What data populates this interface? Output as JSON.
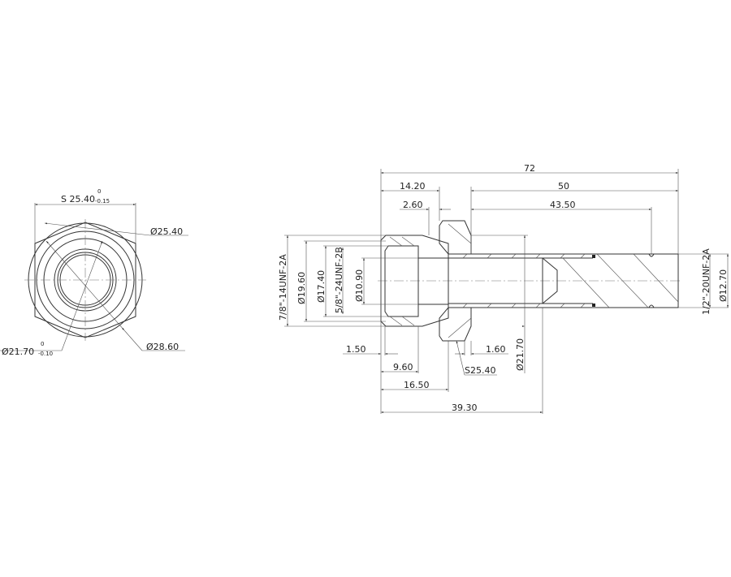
{
  "front_view": {
    "hex_width": {
      "label": "S 25.40",
      "upper_tol": "0",
      "lower_tol": "-0.15"
    },
    "dia_25_40": "Ø25.40",
    "dia_21_70": {
      "label": "Ø21.70",
      "upper_tol": "0",
      "lower_tol": "-0.10"
    },
    "dia_28_60": "Ø28.60"
  },
  "side_view": {
    "overall_length": "72",
    "len_14_20": "14.20",
    "len_50": "50",
    "len_2_60": "2.60",
    "len_43_50": "43.50",
    "thread_outer": "7/8\"-14UNF-2A",
    "dia_19_60": "Ø19.60",
    "dia_17_40": "Ø17.40",
    "thread_inner": "5/8\"-24UNF-2B",
    "dia_10_90": "Ø10.90",
    "len_1_50": "1.50",
    "len_1_60": "1.60",
    "len_9_60": "9.60",
    "hex_s": "S25.40",
    "dia_21_70": "Ø21.70",
    "len_16_50": "16.50",
    "len_39_30": "39.30",
    "thread_tip": "1/2\"-20UNF-2A",
    "dia_12_70": "Ø12.70"
  }
}
